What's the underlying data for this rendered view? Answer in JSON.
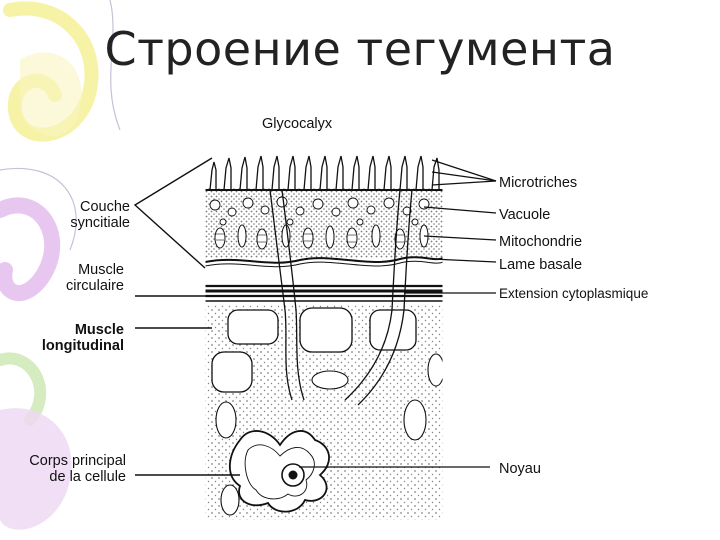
{
  "slide": {
    "title": "Строение тегумента"
  },
  "colors": {
    "background": "#ffffff",
    "title_text": "#222222",
    "ink": "#111111",
    "decor_yellow": "#f6f2a6",
    "decor_violet": "#e7c6ef",
    "decor_green": "#d5ecc1",
    "decor_line": "#c9c0d7"
  },
  "labels_left": {
    "couche_syncitiale": {
      "line1": "Couche",
      "line2": "syncitiale"
    },
    "muscle_circulaire": {
      "line1": "Muscle",
      "line2": "circulaire"
    },
    "muscle_longitudinal": {
      "line1": "Muscle",
      "line2": "longitudinal"
    },
    "corps_principal": {
      "line1": "Corps principal",
      "line2": "de la cellule"
    }
  },
  "labels_top": {
    "glycocalyx": "Glycocalyx"
  },
  "labels_right": {
    "microtriches": "Microtriches",
    "vacuole": "Vacuole",
    "mitochondrie": "Mitochondrie",
    "lame_basale": "Lame basale",
    "extension_cytoplasmique": "Extension cytoplasmique",
    "noyau": "Noyau"
  }
}
